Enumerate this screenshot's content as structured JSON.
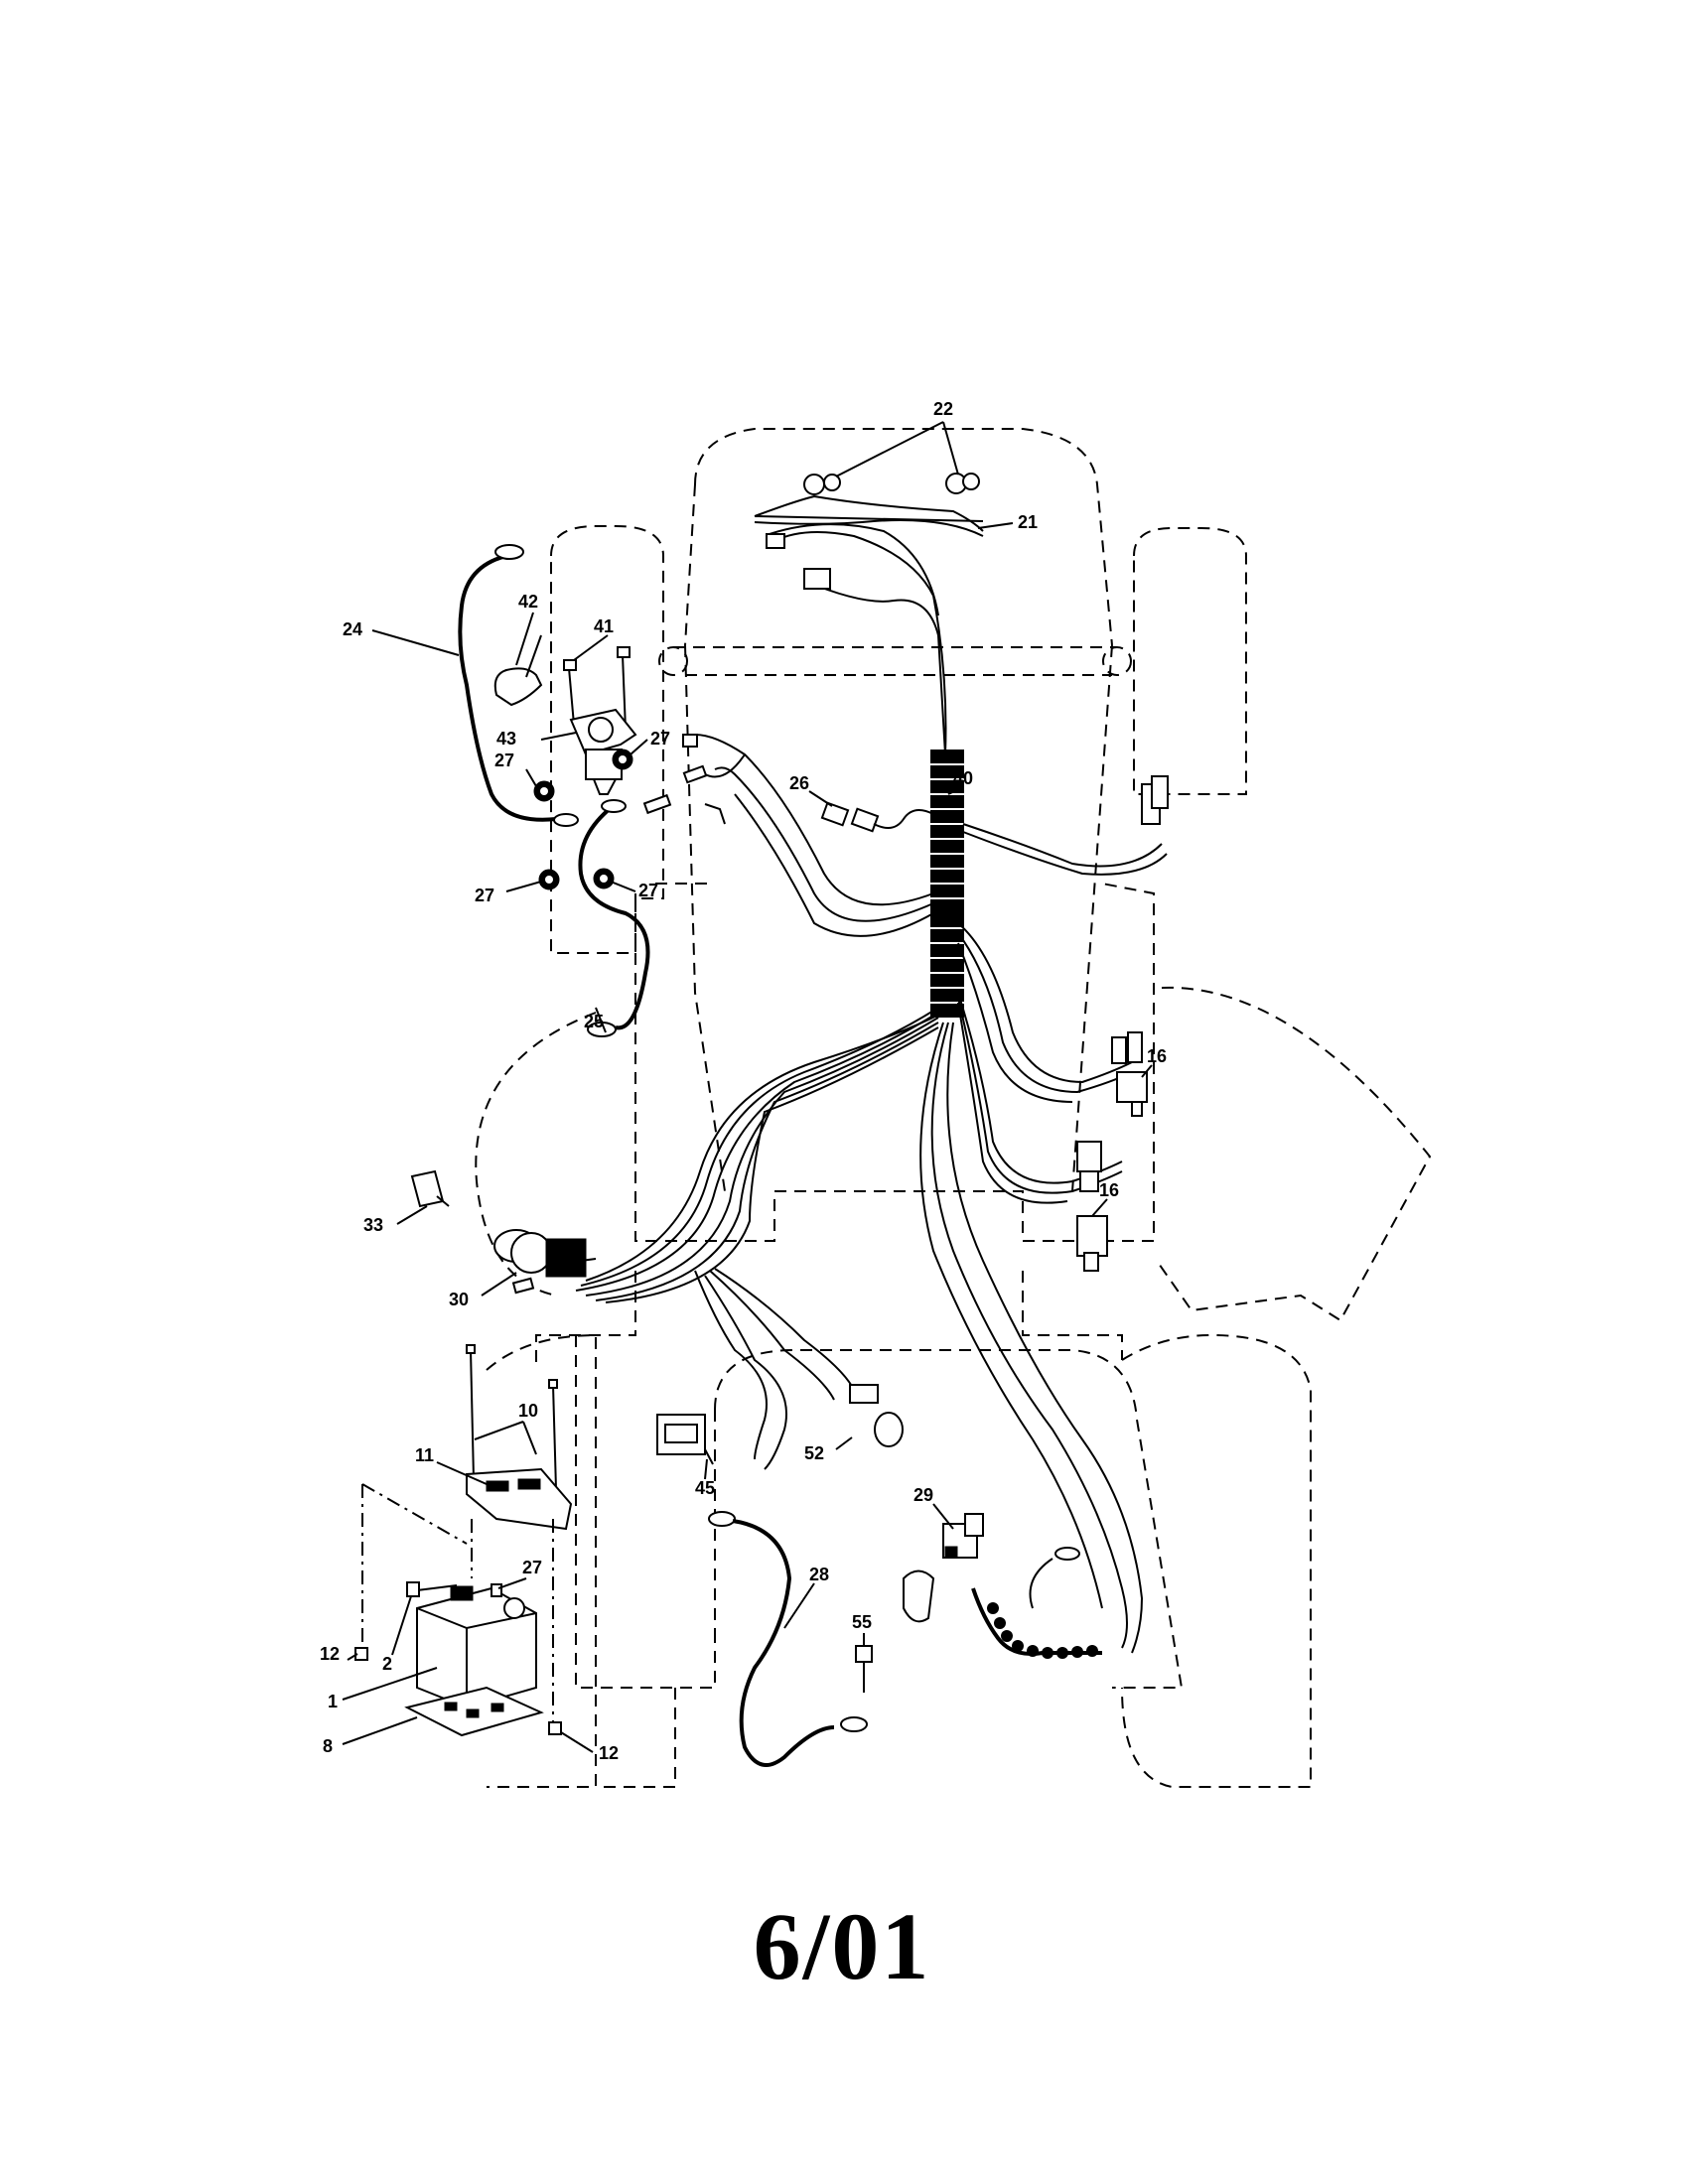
{
  "footer_code": "6/01",
  "callouts": {
    "c1": "1",
    "c2": "2",
    "c8": "8",
    "c10": "10",
    "c11": "11",
    "c12a": "12",
    "c12b": "12",
    "c16a": "16",
    "c16b": "16",
    "c21": "21",
    "c22": "22",
    "c24": "24",
    "c25": "25",
    "c26": "26",
    "c27a": "27",
    "c27b": "27",
    "c27c": "27",
    "c27d": "27",
    "c27e": "27",
    "c28": "28",
    "c29": "29",
    "c30": "30",
    "c33": "33",
    "c40": "40",
    "c41": "41",
    "c42": "42",
    "c43": "43",
    "c45": "45",
    "c52": "52",
    "c55": "55"
  }
}
